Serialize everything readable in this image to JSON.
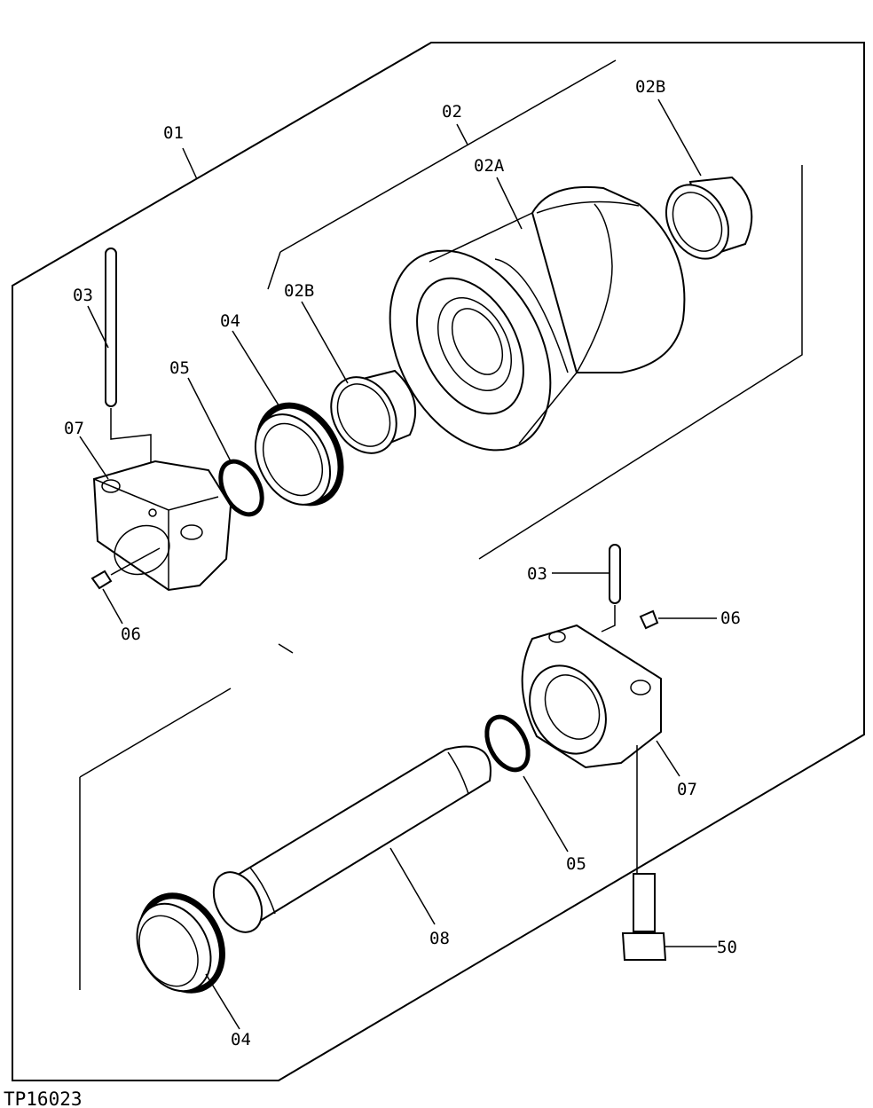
{
  "figure_id": "TP16023",
  "labels": {
    "assembly": "01",
    "roller_assembly": "02",
    "roller": "02A",
    "bushing_top": "02B",
    "bushing_left": "02B",
    "pin_left": "03",
    "pin_right": "03",
    "seal_top": "04",
    "seal_bottom": "04",
    "oring_top": "05",
    "oring_bottom": "05",
    "plug_left": "06",
    "plug_right": "06",
    "collar_left": "07",
    "collar_right": "07",
    "shaft": "08",
    "bolt": "50"
  }
}
